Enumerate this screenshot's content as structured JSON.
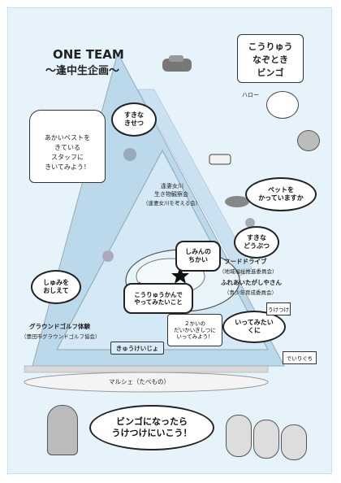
{
  "header": {
    "team_line1": "ONE TEAM",
    "team_line2": "〜逢中生企画〜",
    "bingo_line1": "こうりゅう",
    "bingo_line2": "なぞとき",
    "bingo_line3": "ビンゴ",
    "hello": "ハロー"
  },
  "vest": {
    "text_line1": "あかいベストを",
    "text_line2": "きている",
    "text_line3": "スタッフに",
    "text_line4": "きいてみよう！"
  },
  "bubbles": {
    "favorite_season": "すきな\nきせつ",
    "pets": "ペットを\nかっていますか",
    "favorite_animal": "すきな\nどうぶつ",
    "hobby": "しゅみを\nおしえて",
    "dream_place": "いってみたい\nくに",
    "citizen_hall": "しみんの\nちかい",
    "what_to_do": "こうりゅうかんで\nやってみたいこと",
    "bingo_prompt": "ビンゴになったら\nうけつけにいこう！"
  },
  "map": {
    "river_line1": "逢妻女川",
    "river_line2": "生き物観察会",
    "river_line3": "（逢妻女川を考える会）",
    "food_drive_line1": "フードドライブ",
    "food_drive_line2": "（地域福祉推進委員会）",
    "fureai_line1": "ふれあいたがしやさん",
    "fureai_line2": "（青少年育成委員会）",
    "ground_golf_line1": "グラウンドゴルフ体験",
    "ground_golf_line2": "（豊田市グラウンドゴルフ協会）",
    "marche": "マルシェ（たべもの）",
    "second_floor": "２かいの\nだいかいぎしつに\nいってみよう！",
    "kyuukeijo": "きゅうけいじょ",
    "uketsuke": "うけつけ",
    "iriguchi": "でいりぐち"
  }
}
